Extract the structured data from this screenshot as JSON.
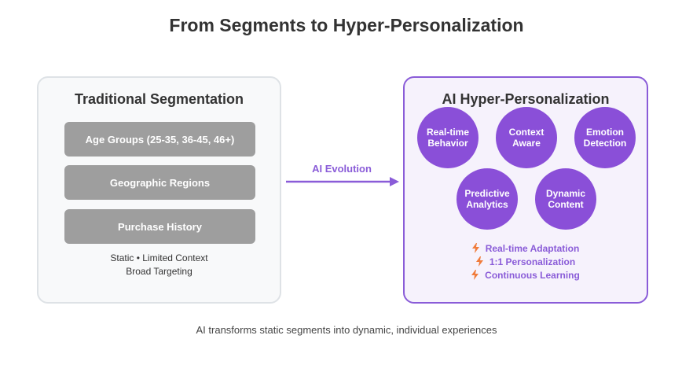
{
  "title": "From Segments to Hyper-Personalization",
  "left_panel": {
    "title": "Traditional Segmentation",
    "segments": [
      "Age Groups (25-35, 36-45, 46+)",
      "Geographic Regions",
      "Purchase History"
    ],
    "notes": [
      "Static • Limited Context",
      "Broad Targeting"
    ]
  },
  "arrow_label": "AI Evolution",
  "right_panel": {
    "title": "AI Hyper-Personalization",
    "circles": [
      "Real-time\nBehavior",
      "Context\nAware",
      "Emotion\nDetection",
      "Predictive\nAnalytics",
      "Dynamic\nContent"
    ],
    "features": [
      "Real-time Adaptation",
      "1:1 Personalization",
      "Continuous Learning"
    ]
  },
  "footer": "AI transforms static segments into dynamic, individual experiences",
  "colors": {
    "accent": "#8a5cd8",
    "circle_fill": "#8a4fd8",
    "segment_fill": "#9e9e9e",
    "bolt": "#f07c3c"
  }
}
